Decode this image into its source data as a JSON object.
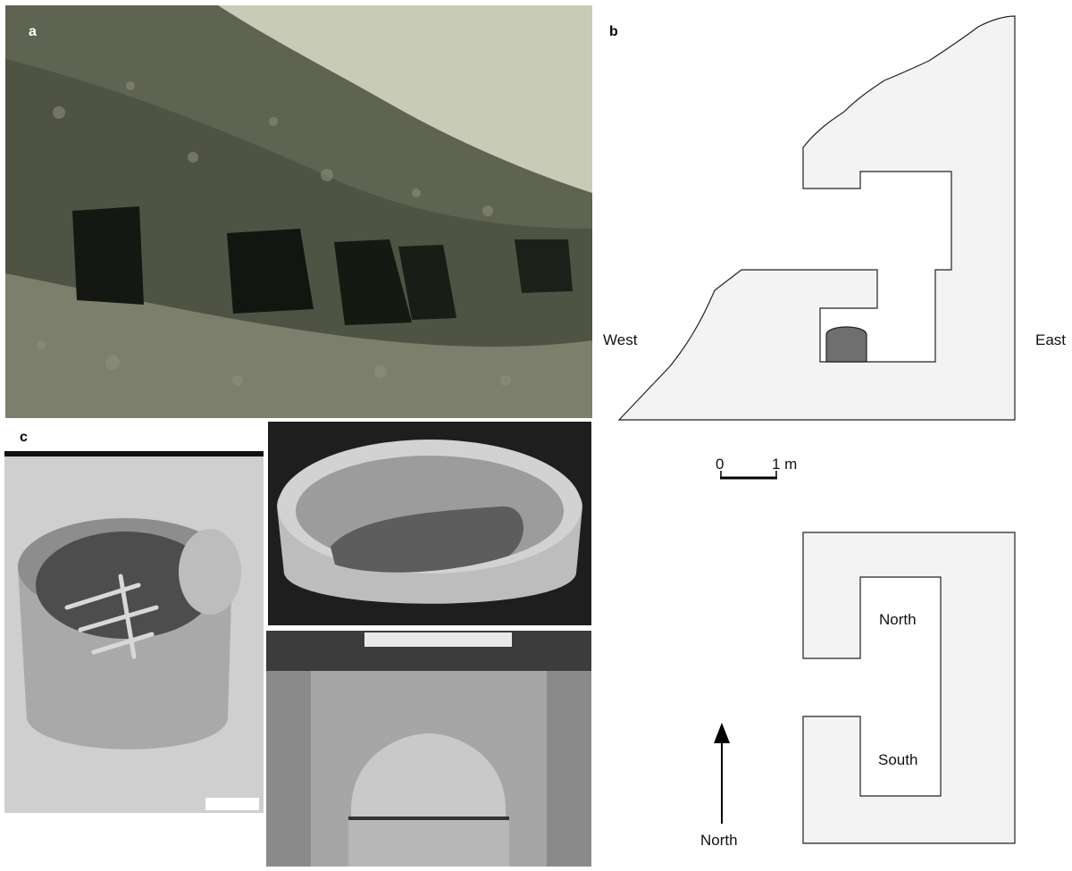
{
  "panels": {
    "a": "a",
    "b": "b",
    "c": "c"
  },
  "plan_labels": {
    "west": "West",
    "east": "East",
    "north_chamber": "North",
    "south_chamber": "South",
    "north_arrow": "North"
  },
  "scale_bar": {
    "zero": "0",
    "one": "1 m"
  },
  "colors": {
    "plan_fill": "#f3f3f3",
    "plan_stroke": "#222222",
    "coffin_fill": "#6f6f6f",
    "photo_a_tint": "#6b6f5a",
    "photo_sky": "#c8cbb6"
  }
}
